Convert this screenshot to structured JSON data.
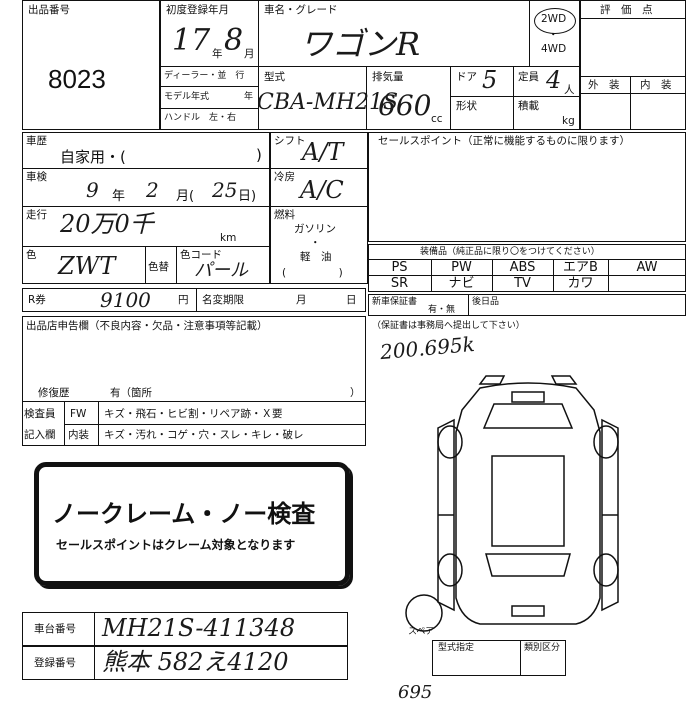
{
  "header": {
    "lot_label": "出品番号",
    "lot_number": "8023",
    "first_reg_label": "初度登録年月",
    "first_reg_year": "17",
    "first_reg_month": "8",
    "year_unit": "年",
    "month_unit": "月",
    "car_name_label": "車名・グレード",
    "car_name": "ワゴンR",
    "drive_2wd": "2WD",
    "drive_dot": "・",
    "drive_4wd": "4WD",
    "score_label": "評　価　点",
    "dealer_import_label": "ディーラー・並　行",
    "model_year_label": "モデル年式",
    "model_year_unit": "年",
    "handle_label": "ハンドル　左・右",
    "type_label": "型式",
    "type_value": "CBA-MH21S",
    "displacement_label": "排気量",
    "displacement_value": "660",
    "displacement_unit": "cc",
    "doors_label": "ドア",
    "doors_value": "5",
    "capacity_label": "定員",
    "capacity_value": "4",
    "capacity_unit": "人",
    "shape_label": "形状",
    "load_label": "積載",
    "load_unit": "kg",
    "exterior_label": "外　装",
    "interior_label": "内　装"
  },
  "history": {
    "history_label": "車歴",
    "history_value": "自家用・(",
    "history_close": ")",
    "inspection_label": "車検",
    "insp_year": "9",
    "insp_year_unit": "年",
    "insp_month": "2",
    "insp_month_unit": "月(",
    "insp_day": "25",
    "insp_day_unit": "日)",
    "mileage_label": "走行",
    "mileage_value": "20万0千",
    "mileage_unit": "km",
    "color_label": "色",
    "color_value": "ZWT",
    "paint_label": "色替",
    "color_code_label": "色コード",
    "color_code_value": "パール",
    "recycle_label": "R券",
    "recycle_value": "9100",
    "recycle_unit": "円",
    "name_change_label": "名変期限",
    "name_change_month": "月",
    "name_change_day": "日",
    "shift_label": "シフト",
    "shift_value": "A/T",
    "ac_label": "冷房",
    "ac_value": "A/C",
    "fuel_label": "燃料",
    "fuel_gasoline": "ガソリン",
    "fuel_dot": "・",
    "fuel_diesel": "軽　油",
    "fuel_paren": "(　　　　　)"
  },
  "sales": {
    "sales_point_label": "セールスポイント（正常に機能するものに限ります）",
    "equipment_label": "装備品（純正品に限り〇をつけてください）",
    "equipment": [
      "PS",
      "PW",
      "ABS",
      "エアB",
      "AW",
      "SR",
      "ナビ",
      "TV",
      "カワ"
    ],
    "warranty_label": "新車保証書",
    "warranty_value": "有・無",
    "rear_date_label": "後日品",
    "warranty_note": "（保証書は事務局へ提出して下さい）",
    "handwritten_note": "200.695k"
  },
  "report": {
    "report_label": "出品店申告欄（不良内容・欠品・注意事項等記載）",
    "repair_label": "修復歴",
    "repair_value": "有（箇所",
    "repair_close": "）",
    "inspector_label": "検査員",
    "entry_label": "記入欄",
    "fw_label": "FW",
    "fw_items": "キズ・飛石・ヒビ割・リペア跡・Ｘ要",
    "interior_label": "内装",
    "interior_items": "キズ・汚れ・コゲ・穴・スレ・キレ・破レ"
  },
  "notice": {
    "title": "ノークレーム・ノー検査",
    "subtitle": "セールスポイントはクレーム対象となります"
  },
  "chassis": {
    "chassis_label": "車台番号",
    "chassis_value": "MH21S-411348",
    "reg_label": "登録番号",
    "reg_value": "熊本 582え4120",
    "spare_label": "スペア",
    "type_designation_label": "型式指定",
    "category_label": "類別区分",
    "bottom_mark": "695"
  }
}
